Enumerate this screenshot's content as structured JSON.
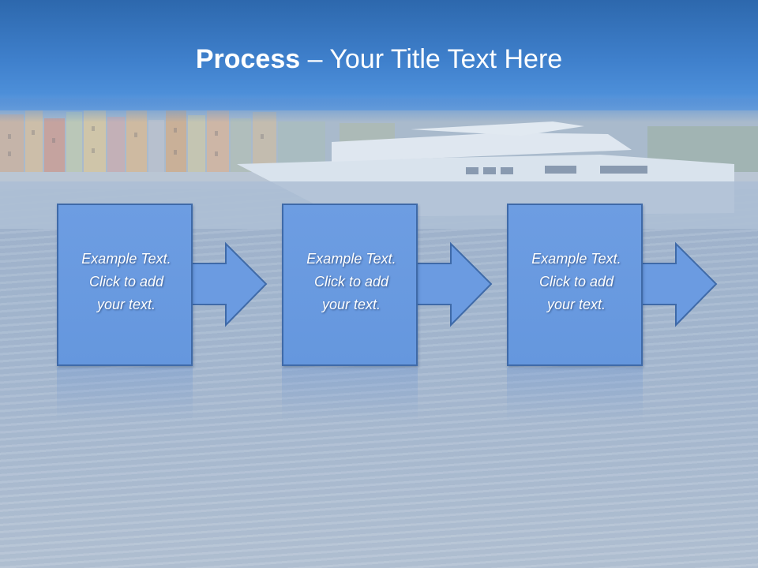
{
  "slide": {
    "title_bold": "Process",
    "title_rest": " – Your Title Text Here"
  },
  "steps": [
    {
      "lines": [
        "Example Text.",
        "Click  to add",
        "your text."
      ]
    },
    {
      "lines": [
        "Example Text.",
        "Click  to add",
        "your text."
      ]
    },
    {
      "lines": [
        "Example Text.",
        "Click  to add",
        "your text."
      ]
    }
  ],
  "colors": {
    "header": "#3f80cc",
    "box_fill": "#6b9be1",
    "box_border": "#3f6aa8",
    "text": "#ffffff"
  }
}
